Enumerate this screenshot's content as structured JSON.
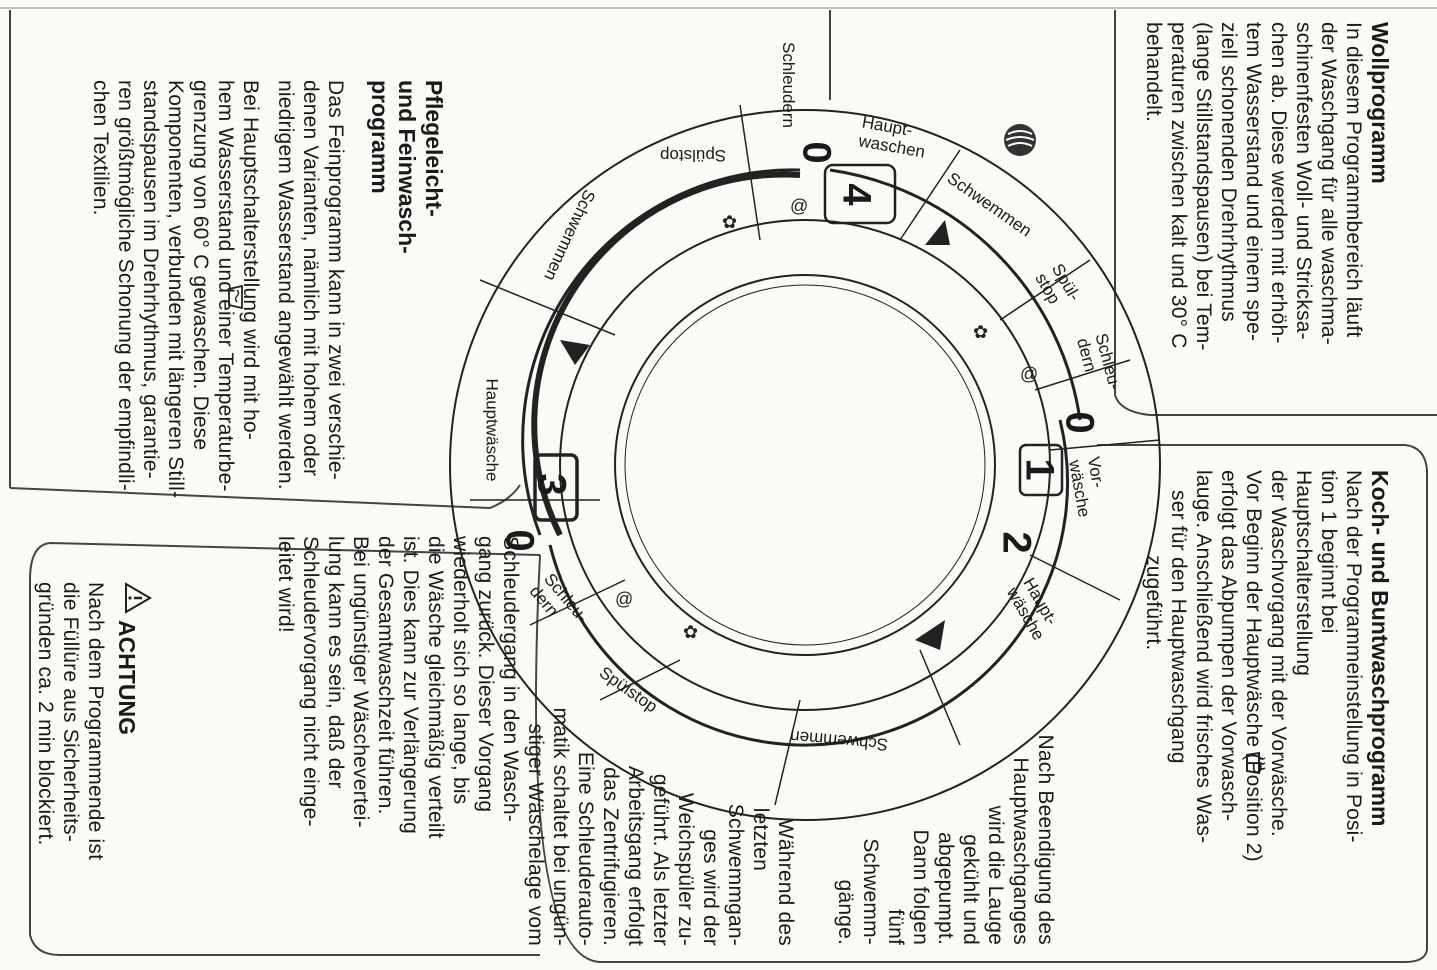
{
  "wool": {
    "title": "Wollprogramm",
    "lines": [
      "In diesem Programmbereich läuft",
      "der Waschgang für alle waschma-",
      "schinenfesten Woll- und Stricksa-",
      "chen ab. Diese werden mit erhöh-",
      "tem Wasserstand und einem spe-",
      "ziell schonenden Drehrhythmus",
      "(lange Stillstandspausen) bei Tem-",
      "peraturen zwischen kalt und 30° C",
      "behandelt."
    ]
  },
  "koch": {
    "title": "Koch- und Buntwaschprogramm",
    "lines": [
      "Nach der Programmeinstellung in Posi-",
      "tion 1 beginnt bei",
      "Hauptschalterstellung",
      "der Waschvorgang mit der Vorwäsche.",
      "Vor Beginn der Hauptwäsche (Position 2)",
      "erfolgt das Abpumpen der Vorwasch-",
      "lauge. Anschließend wird frisches Was-",
      "ser für den Hauptwaschgang",
      "zugeführt."
    ],
    "after_main": [
      "Nach Beendigung des",
      "Hauptwaschganges",
      "wird die Lauge",
      "gekühlt und",
      "abgepumpt.",
      "Dann folgen",
      "fünf",
      "Schwemm-",
      "gänge."
    ],
    "during": [
      "Während des",
      "letzten",
      "Schwemmgan-",
      "ges wird der",
      "Weichspüler zu-",
      "geführt. Als letzter",
      "Arbeitsgang erfolgt",
      "das Zentrifugieren.",
      "Eine Schleuderauto-",
      "matik schaltet bei ungün-",
      "stiger Wäschelage vom",
      "Schleudergang in den Wasch-",
      "gang zurück. Dieser Vorgang",
      "wiederholt sich so lange, bis",
      "die Wäsche gleichmäßig verteilt",
      "ist. Dies kann zur Verlängerung",
      "der Gesamtwaschzeit führen.",
      "Bei ungünstiger Wäschevertei-",
      "lung kann es sein, daß der",
      "Schleudervorgang nicht einge-",
      "leitet wird!"
    ]
  },
  "warning": {
    "title": "ACHTUNG",
    "lines": [
      "Nach dem Programmende ist",
      "die Füllüre aus Sicherheits-",
      "gründen ca. 2 min blockiert."
    ]
  },
  "fine": {
    "title_lines": [
      "Pflegeleicht-",
      "und Feinwasch-",
      "programm"
    ],
    "lines": [
      "Das Feinprogramm kann in zwei verschie-",
      "denen Varianten, nämlich mit hohem  oder",
      "niedrigem Wasserstand angewählt werden.",
      "",
      "Bei Hauptschalterstellung        wird mit ho-",
      "hem Wasserstand und einer Temperaturbe-",
      "grenzung von 60° C gewaschen. Diese",
      "Komponenten, verbunden mit längeren Still-",
      "standspausen im Drehrhythmus, garantie-",
      "ren größtmögliche Schonung der empfindli-",
      "chen Textilien."
    ]
  },
  "dial": {
    "positions": [
      "0",
      "1",
      "2",
      "3",
      "4",
      "0",
      "0"
    ],
    "labels": {
      "vorwaesche": "Vor-\nwäsche",
      "hauptwaesche_right": "Haupt-\nwäsche",
      "schwemmen_bottom": "Schwemmen",
      "spuelstop_bottom": "Spülstop",
      "schleudern_bottom": "Schleu-\ndern",
      "hauptwaesche_left": "Hauptwäsche",
      "schwemmen_left": "Schwemmen",
      "spuelstop_left": "Spülstop",
      "schleudern_left": "Schleudern",
      "hauptwaschen_top": "Haupt-\nwaschen",
      "schwemmen_top": "Schwemmen",
      "spuelstop_top": "Spül-\nstop",
      "schleudern_top": "Schleu-\ndern"
    }
  }
}
